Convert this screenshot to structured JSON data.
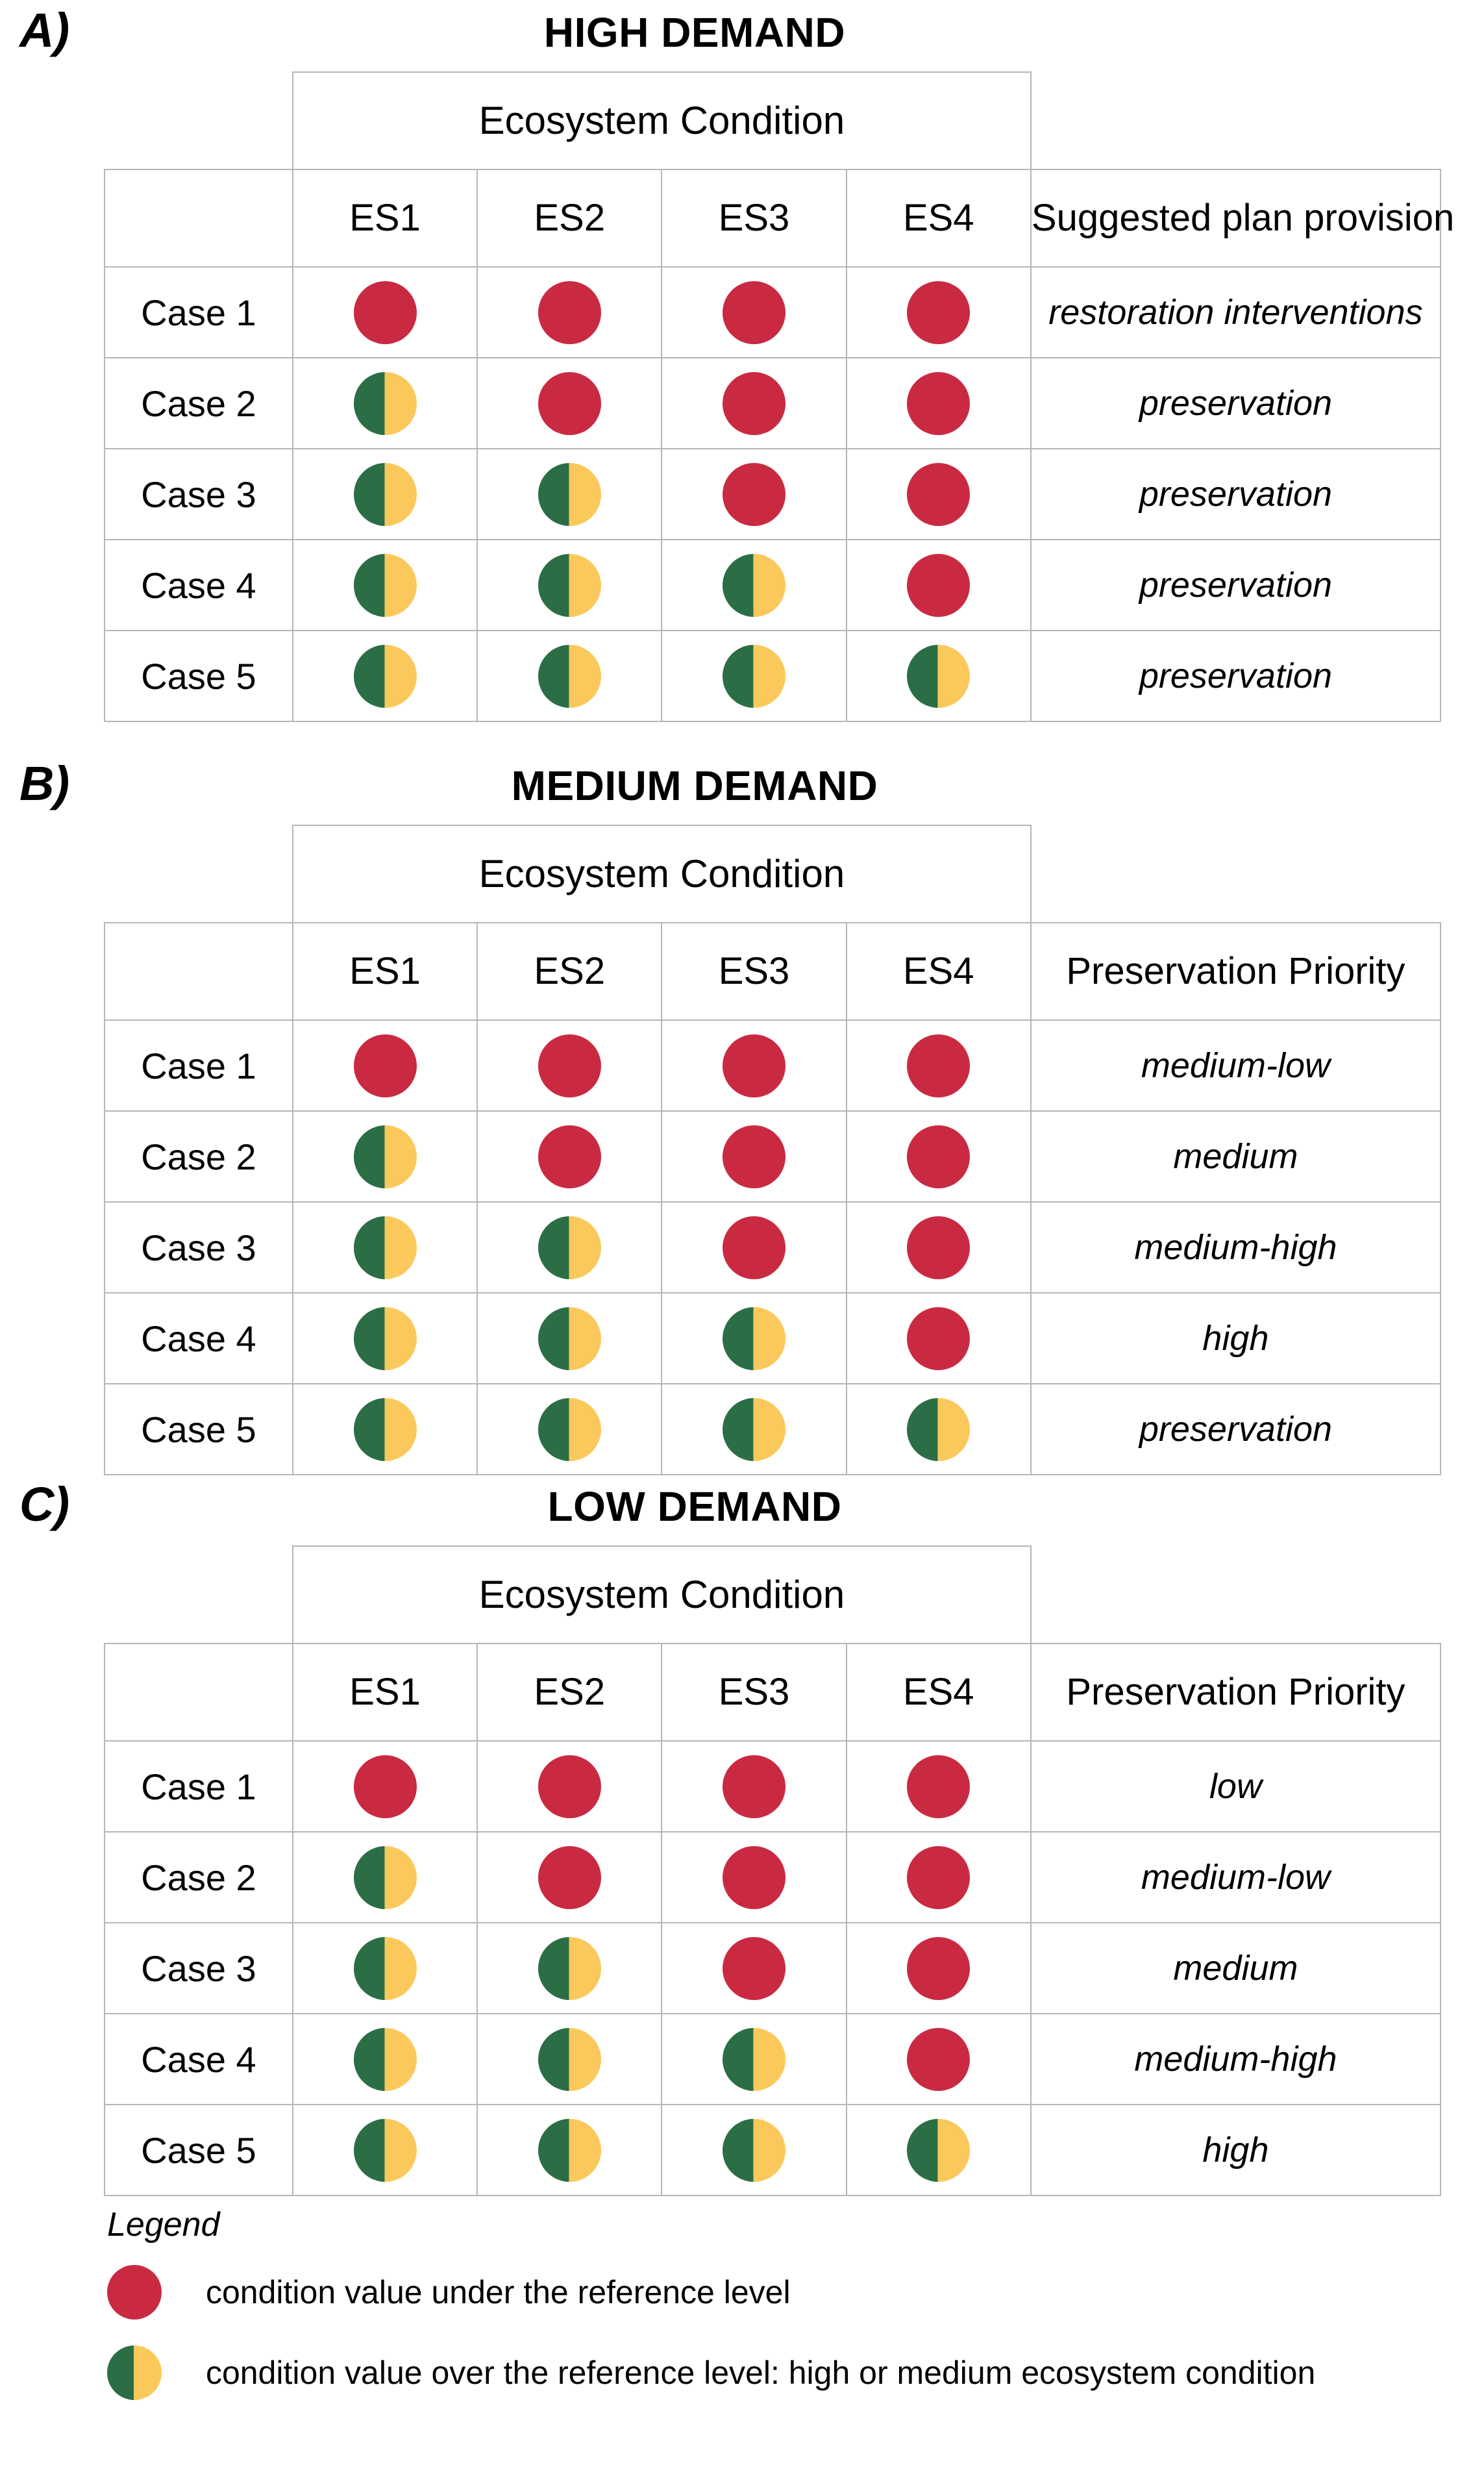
{
  "figure": {
    "colors": {
      "red": "#c92a42",
      "green": "#2b6e45",
      "yellow": "#fbc95b",
      "grid": "#b6b6b6"
    }
  },
  "panels": [
    {
      "letter": "A)",
      "title": "HIGH DEMAND",
      "group_header": "Ecosystem Condition",
      "es_headers": [
        "ES1",
        "ES2",
        "ES3",
        "ES4"
      ],
      "result_header": "Suggested plan provision",
      "rows": [
        {
          "case": "Case 1",
          "dots": [
            "red",
            "red",
            "red",
            "red"
          ],
          "result": "restoration interventions"
        },
        {
          "case": "Case 2",
          "dots": [
            "split",
            "red",
            "red",
            "red"
          ],
          "result": "preservation"
        },
        {
          "case": "Case 3",
          "dots": [
            "split",
            "split",
            "red",
            "red"
          ],
          "result": "preservation"
        },
        {
          "case": "Case 4",
          "dots": [
            "split",
            "split",
            "split",
            "red"
          ],
          "result": "preservation"
        },
        {
          "case": "Case 5",
          "dots": [
            "split",
            "split",
            "split",
            "split"
          ],
          "result": "preservation"
        }
      ]
    },
    {
      "letter": "B)",
      "title": "MEDIUM DEMAND",
      "group_header": "Ecosystem Condition",
      "es_headers": [
        "ES1",
        "ES2",
        "ES3",
        "ES4"
      ],
      "result_header": "Preservation Priority",
      "rows": [
        {
          "case": "Case 1",
          "dots": [
            "red",
            "red",
            "red",
            "red"
          ],
          "result": "medium-low"
        },
        {
          "case": "Case 2",
          "dots": [
            "split",
            "red",
            "red",
            "red"
          ],
          "result": "medium"
        },
        {
          "case": "Case 3",
          "dots": [
            "split",
            "split",
            "red",
            "red"
          ],
          "result": "medium-high"
        },
        {
          "case": "Case 4",
          "dots": [
            "split",
            "split",
            "split",
            "red"
          ],
          "result": "high"
        },
        {
          "case": "Case 5",
          "dots": [
            "split",
            "split",
            "split",
            "split"
          ],
          "result": "preservation"
        }
      ]
    },
    {
      "letter": "C)",
      "title": "LOW DEMAND",
      "group_header": "Ecosystem Condition",
      "es_headers": [
        "ES1",
        "ES2",
        "ES3",
        "ES4"
      ],
      "result_header": "Preservation Priority",
      "rows": [
        {
          "case": "Case 1",
          "dots": [
            "red",
            "red",
            "red",
            "red"
          ],
          "result": "low"
        },
        {
          "case": "Case 2",
          "dots": [
            "split",
            "red",
            "red",
            "red"
          ],
          "result": "medium-low"
        },
        {
          "case": "Case 3",
          "dots": [
            "split",
            "split",
            "red",
            "red"
          ],
          "result": "medium"
        },
        {
          "case": "Case 4",
          "dots": [
            "split",
            "split",
            "split",
            "red"
          ],
          "result": "medium-high"
        },
        {
          "case": "Case 5",
          "dots": [
            "split",
            "split",
            "split",
            "split"
          ],
          "result": "high"
        }
      ]
    }
  ],
  "legend": {
    "title": "Legend",
    "entries": [
      {
        "marker": "red",
        "label": "condition value under the reference level"
      },
      {
        "marker": "split",
        "label": "condition value over the reference level: high or medium ecosystem condition"
      }
    ]
  }
}
